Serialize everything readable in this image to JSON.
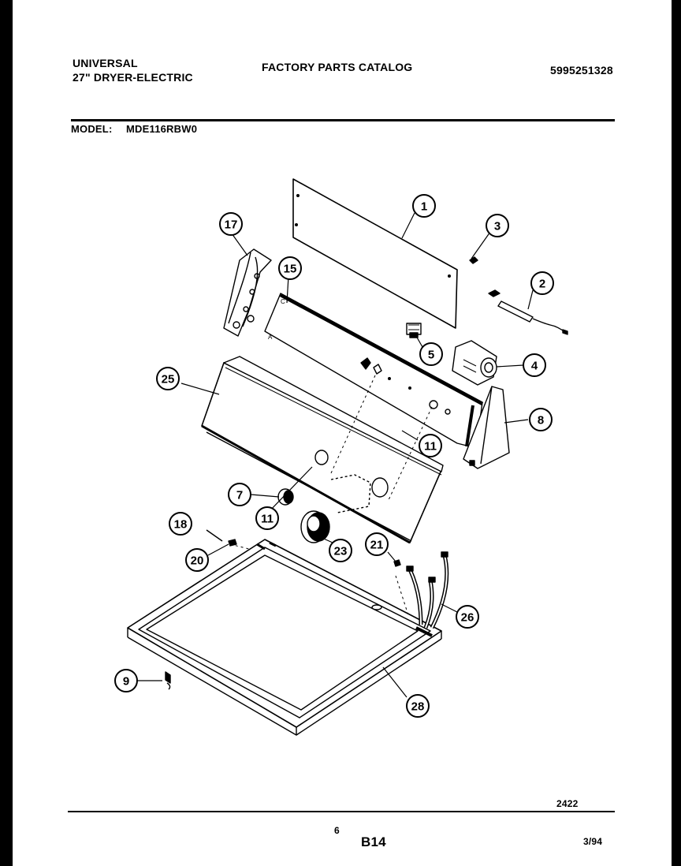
{
  "header": {
    "brand": "UNIVERSAL",
    "product": "27\" DRYER-ELECTRIC",
    "catalog_title": "FACTORY PARTS CATALOG",
    "catalog_number": "5995251328",
    "model_label": "MODEL:",
    "model_number": "MDE116RBW0"
  },
  "callouts": [
    {
      "id": "callout-1",
      "label": "1"
    },
    {
      "id": "callout-2",
      "label": "2"
    },
    {
      "id": "callout-3",
      "label": "3"
    },
    {
      "id": "callout-4",
      "label": "4"
    },
    {
      "id": "callout-5",
      "label": "5"
    },
    {
      "id": "callout-7",
      "label": "7"
    },
    {
      "id": "callout-8",
      "label": "8"
    },
    {
      "id": "callout-9",
      "label": "9"
    },
    {
      "id": "callout-11a",
      "label": "11"
    },
    {
      "id": "callout-11b",
      "label": "11"
    },
    {
      "id": "callout-15",
      "label": "15"
    },
    {
      "id": "callout-17",
      "label": "17"
    },
    {
      "id": "callout-18",
      "label": "18"
    },
    {
      "id": "callout-20",
      "label": "20"
    },
    {
      "id": "callout-21",
      "label": "21"
    },
    {
      "id": "callout-23",
      "label": "23"
    },
    {
      "id": "callout-25",
      "label": "25"
    },
    {
      "id": "callout-26",
      "label": "26"
    },
    {
      "id": "callout-28",
      "label": "28"
    }
  ],
  "footer": {
    "drawing_number": "2422",
    "page_number": "6",
    "section_code": "B14",
    "date": "3/94"
  }
}
